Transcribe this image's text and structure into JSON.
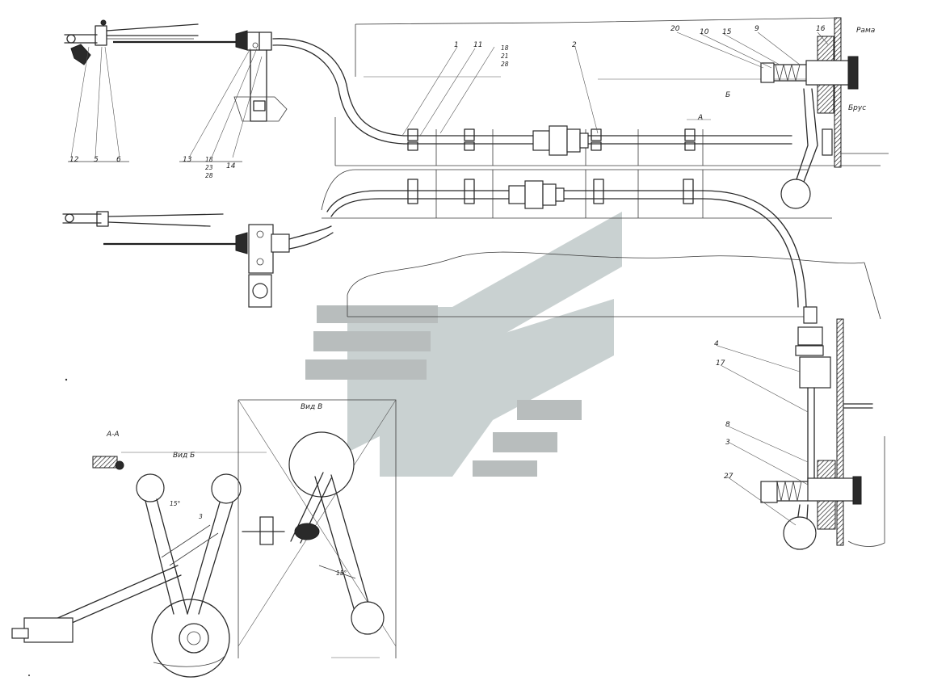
{
  "labels": {
    "c12": "12",
    "c5": "5",
    "c6": "6",
    "c13": "13",
    "c18a": "18",
    "c23a": "23",
    "c28a": "28",
    "c14": "14",
    "c1": "1",
    "c11": "11",
    "c18b": "18",
    "c21": "21",
    "c28b": "28",
    "c2": "2",
    "c20": "20",
    "c10": "10",
    "c15": "15",
    "c9": "9",
    "c16": "16",
    "rama": "Рама",
    "view_b_mark": "Б",
    "brus": "Брус",
    "section_a_mark": "А",
    "c4": "4",
    "c17": "17",
    "c8": "8",
    "c3": "3",
    "c27": "27",
    "section_aa": "А-А",
    "vid_b": "Вид Б",
    "vid_v": "Вид В",
    "angle_15": "15°",
    "angle_15b": "15°",
    "c3_small": "3"
  }
}
